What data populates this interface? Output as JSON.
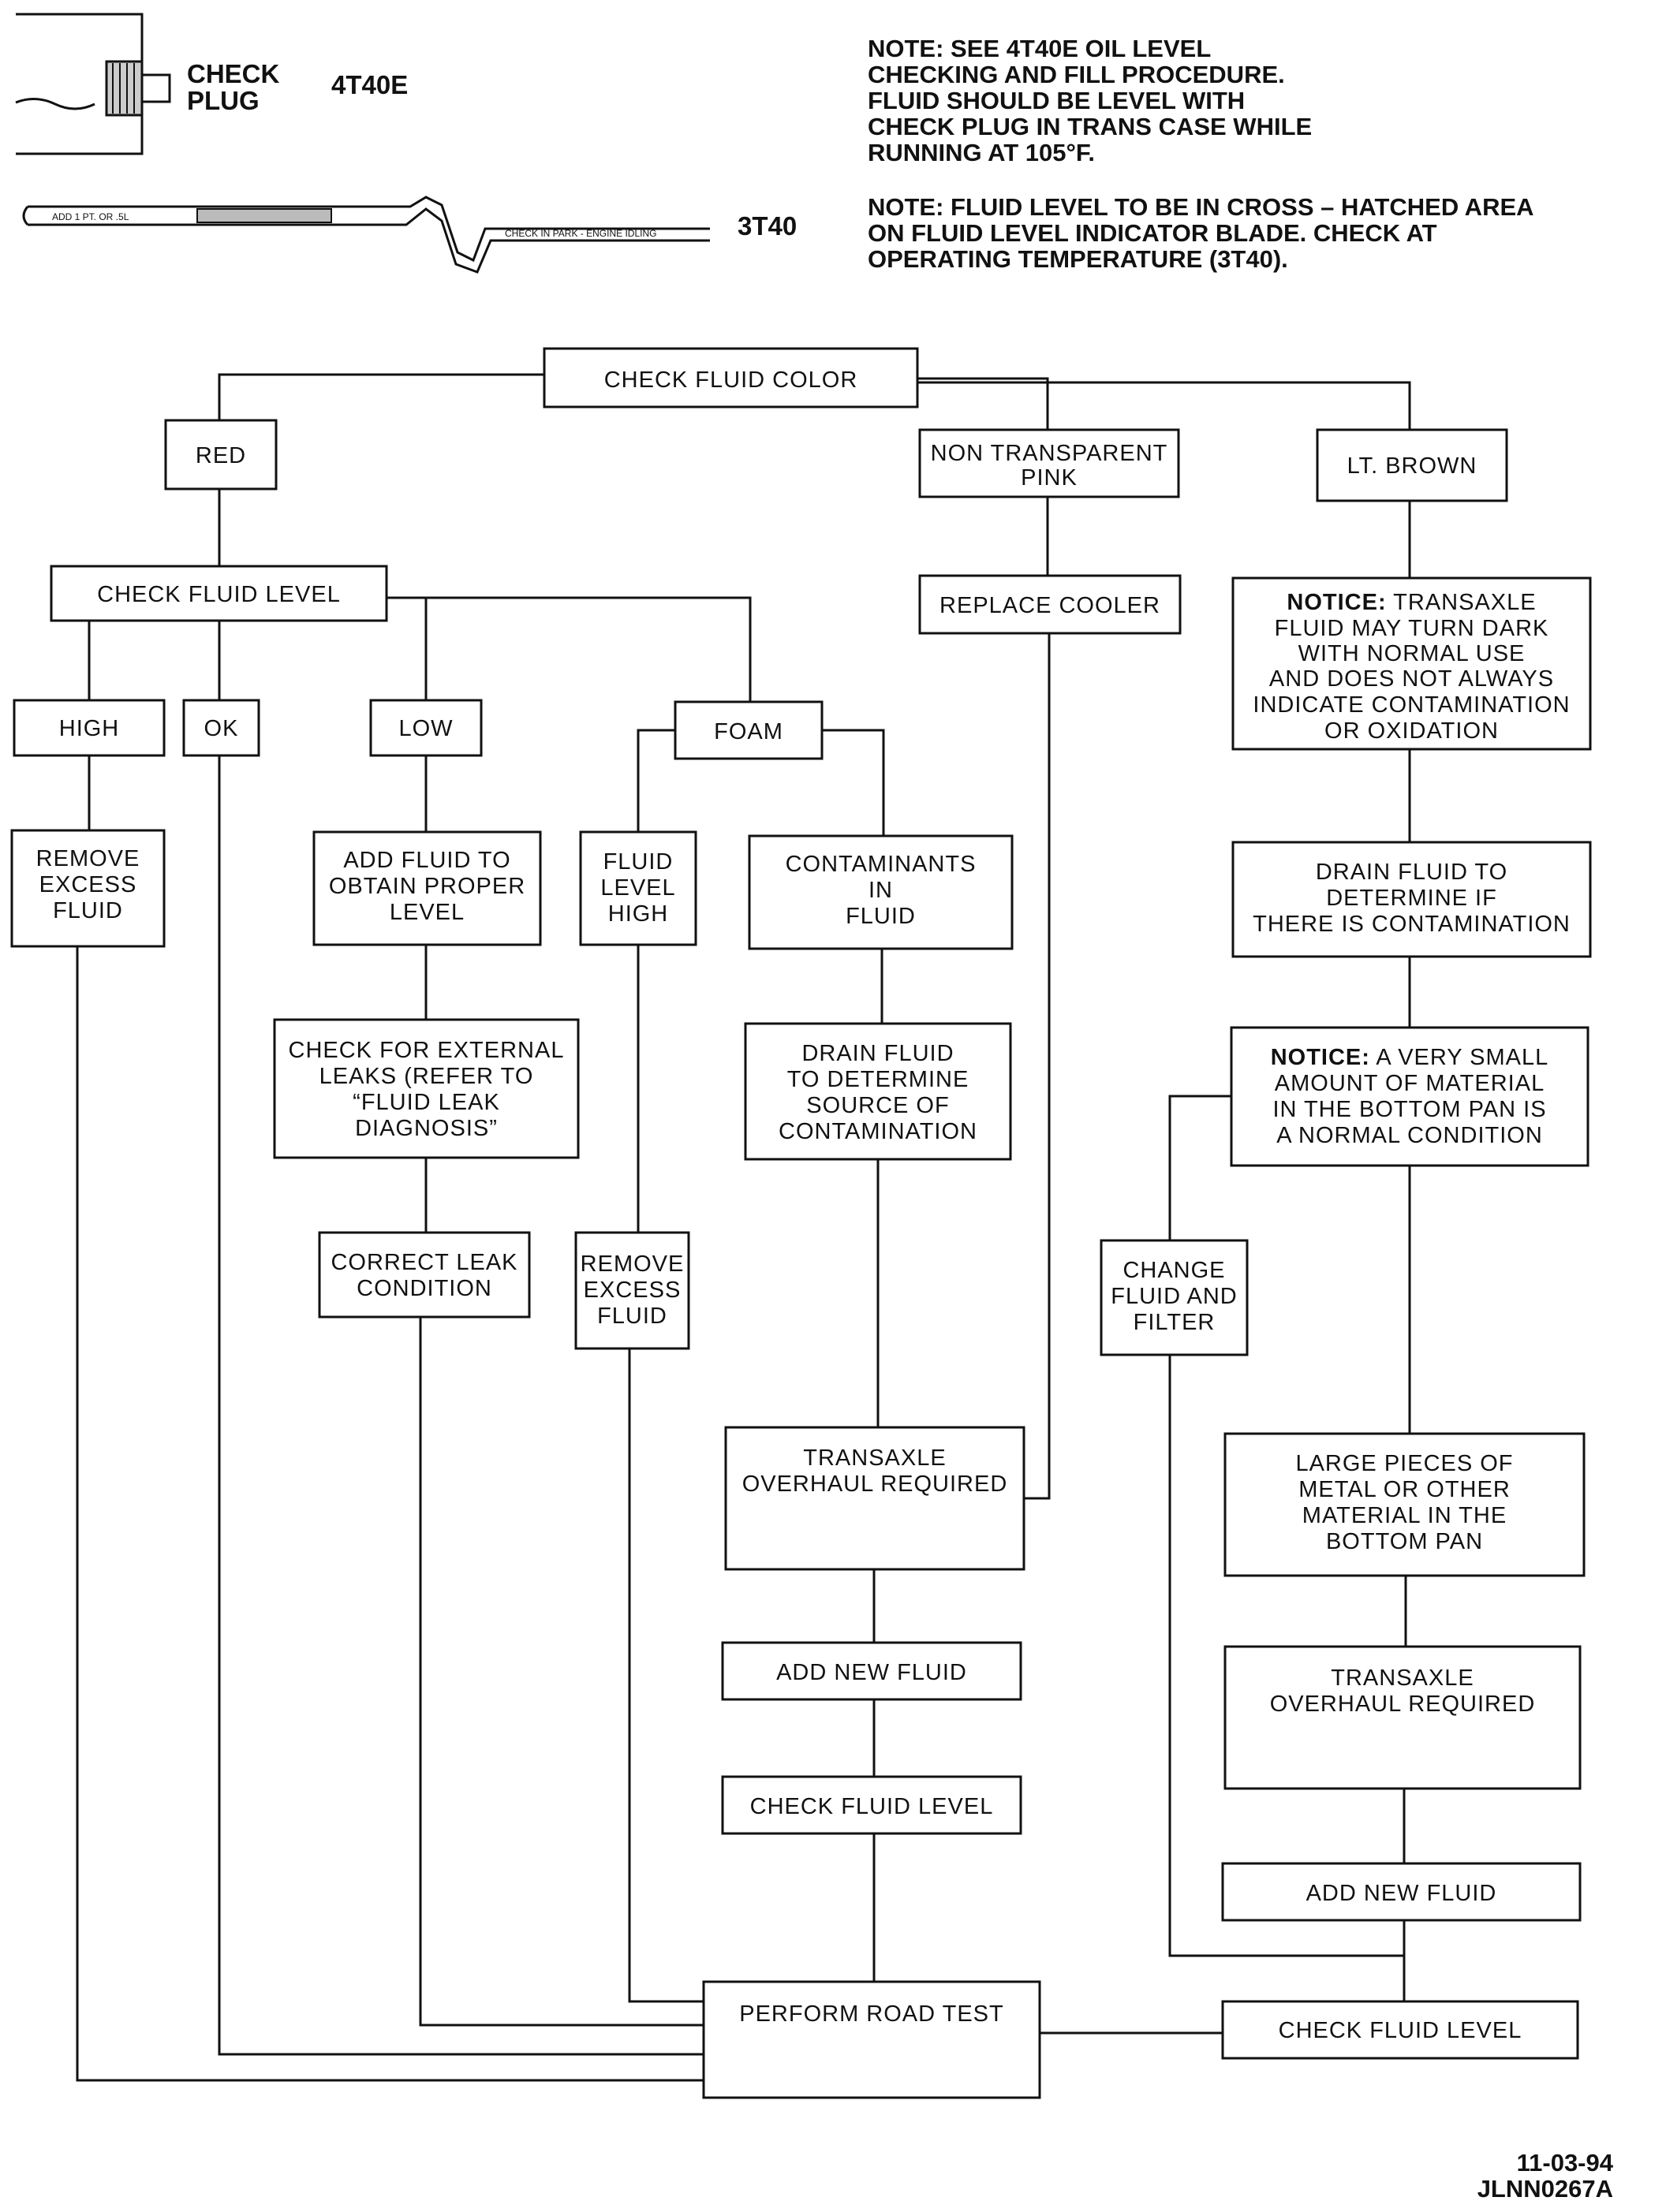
{
  "header": {
    "check_plug": [
      "CHECK",
      "PLUG"
    ],
    "model_4t40e": "4T40E",
    "model_3t40": "3T40",
    "dipstick_left": "ADD 1 PT. OR .5L",
    "dipstick_right": "CHECK IN PARK - ENGINE IDLING",
    "note1": [
      "NOTE: SEE 4T40E OIL LEVEL",
      "CHECKING AND FILL PROCEDURE.",
      "FLUID SHOULD BE LEVEL WITH",
      "CHECK PLUG IN TRANS CASE WHILE",
      "RUNNING AT 105°F."
    ],
    "note2": [
      "NOTE: FLUID LEVEL TO BE IN CROSS – HATCHED AREA",
      "ON FLUID LEVEL INDICATOR BLADE. CHECK AT",
      "OPERATING TEMPERATURE  (3T40)."
    ]
  },
  "nodes": {
    "check_color": {
      "lines": [
        "CHECK FLUID COLOR"
      ]
    },
    "red": {
      "lines": [
        "RED"
      ]
    },
    "pink": {
      "lines": [
        "NON TRANSPARENT",
        "PINK"
      ]
    },
    "brown": {
      "lines": [
        "LT. BROWN"
      ]
    },
    "check_level": {
      "lines": [
        "CHECK FLUID LEVEL"
      ]
    },
    "high": {
      "lines": [
        "HIGH"
      ]
    },
    "ok": {
      "lines": [
        "OK"
      ]
    },
    "low": {
      "lines": [
        "LOW"
      ]
    },
    "foam": {
      "lines": [
        "FOAM"
      ]
    },
    "replace_cooler": {
      "lines": [
        "REPLACE COOLER"
      ]
    },
    "notice1": {
      "bold_word": "NOTICE:",
      "lines": [
        "TRANSAXLE",
        "FLUID MAY TURN DARK",
        "WITH NORMAL USE",
        "AND DOES NOT ALWAYS",
        "INDICATE CONTAMINATION",
        "OR OXIDATION"
      ]
    },
    "remove_excess_1": {
      "lines": [
        "REMOVE",
        "EXCESS",
        "FLUID"
      ]
    },
    "add_fluid": {
      "lines": [
        "ADD FLUID TO",
        "OBTAIN PROPER",
        "LEVEL"
      ]
    },
    "fluid_level_high": {
      "lines": [
        "FLUID",
        "LEVEL",
        "HIGH"
      ]
    },
    "contaminants": {
      "lines": [
        "CONTAMINANTS",
        "IN",
        "FLUID"
      ]
    },
    "drain_determine": {
      "lines": [
        "DRAIN FLUID TO",
        "DETERMINE IF",
        "THERE IS CONTAMINATION"
      ]
    },
    "check_leaks": {
      "lines": [
        "CHECK FOR EXTERNAL",
        "LEAKS (REFER TO",
        "“FLUID LEAK",
        "DIAGNOSIS”"
      ]
    },
    "drain_source": {
      "lines": [
        "DRAIN FLUID",
        "TO DETERMINE",
        "SOURCE OF",
        "CONTAMINATION"
      ]
    },
    "notice2": {
      "bold_word": "NOTICE:",
      "lines": [
        "A VERY SMALL",
        "AMOUNT OF MATERIAL",
        "IN THE BOTTOM PAN IS",
        "A NORMAL CONDITION"
      ]
    },
    "correct_leak": {
      "lines": [
        "CORRECT LEAK",
        "CONDITION"
      ]
    },
    "remove_excess_2": {
      "lines": [
        "REMOVE",
        "EXCESS",
        "FLUID"
      ]
    },
    "change_filter": {
      "lines": [
        "CHANGE",
        "FLUID AND",
        "FILTER"
      ]
    },
    "overhaul_1": {
      "lines": [
        "TRANSAXLE",
        "OVERHAUL REQUIRED"
      ]
    },
    "large_pieces": {
      "lines": [
        "LARGE PIECES OF",
        "METAL OR OTHER",
        "MATERIAL IN THE",
        "BOTTOM PAN"
      ]
    },
    "add_new_1": {
      "lines": [
        "ADD NEW FLUID"
      ]
    },
    "overhaul_2": {
      "lines": [
        "TRANSAXLE",
        "OVERHAUL REQUIRED"
      ]
    },
    "check_level_2": {
      "lines": [
        "CHECK FLUID LEVEL"
      ]
    },
    "add_new_2": {
      "lines": [
        "ADD NEW FLUID"
      ]
    },
    "road_test": {
      "lines": [
        "PERFORM ROAD TEST"
      ]
    },
    "check_level_3": {
      "lines": [
        "CHECK FLUID LEVEL"
      ]
    }
  },
  "footer": {
    "date": "11-03-94",
    "code": "JLNN0267A"
  }
}
